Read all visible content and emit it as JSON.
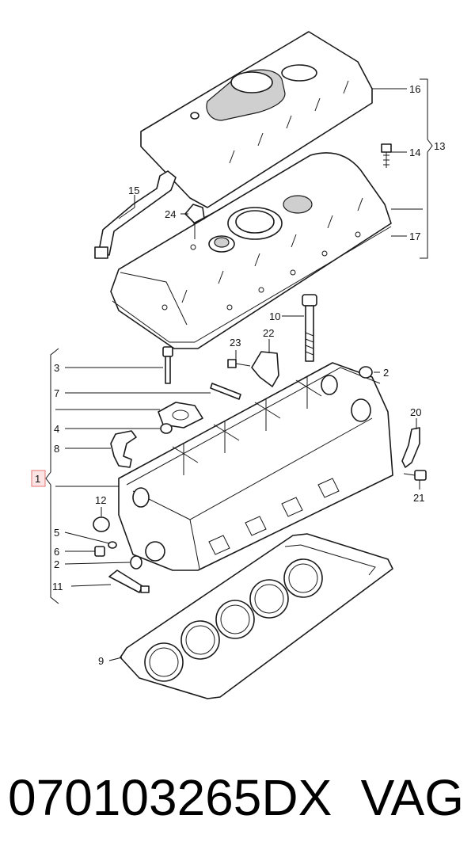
{
  "diagram": {
    "callouts": [
      {
        "id": "16",
        "text": "16"
      },
      {
        "id": "14",
        "text": "14"
      },
      {
        "id": "13",
        "text": "13"
      },
      {
        "id": "15",
        "text": "15"
      },
      {
        "id": "24",
        "text": "24"
      },
      {
        "id": "17",
        "text": "17"
      },
      {
        "id": "10",
        "text": "10"
      },
      {
        "id": "22",
        "text": "22"
      },
      {
        "id": "23",
        "text": "23"
      },
      {
        "id": "3",
        "text": "3"
      },
      {
        "id": "2a",
        "text": "2"
      },
      {
        "id": "7",
        "text": "7"
      },
      {
        "id": "20",
        "text": "20"
      },
      {
        "id": "4",
        "text": "4"
      },
      {
        "id": "8",
        "text": "8"
      },
      {
        "id": "1",
        "text": "1"
      },
      {
        "id": "21",
        "text": "21"
      },
      {
        "id": "12",
        "text": "12"
      },
      {
        "id": "5",
        "text": "5"
      },
      {
        "id": "6",
        "text": "6"
      },
      {
        "id": "2b",
        "text": "2"
      },
      {
        "id": "11",
        "text": "11"
      },
      {
        "id": "9",
        "text": "9"
      }
    ]
  },
  "footer": {
    "part_number": "070103265DX",
    "brand": "VAG"
  },
  "colors": {
    "highlight_border": "#e57373",
    "highlight_fill": "#fde4e4"
  }
}
